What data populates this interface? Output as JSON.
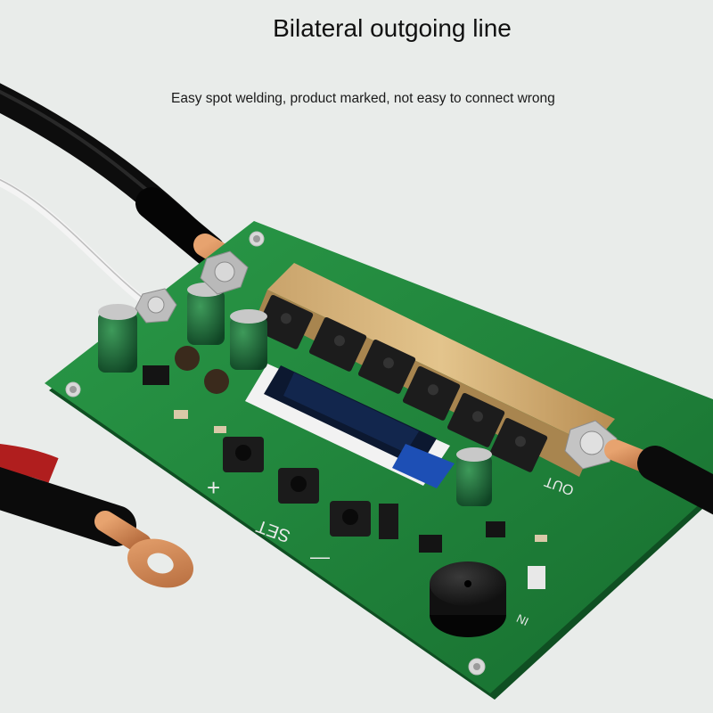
{
  "page": {
    "title": "Bilateral outgoing line",
    "subtitle": "Easy spot welding, product marked, not easy to connect wrong"
  },
  "board": {
    "pcb_color": "#1f8a3c",
    "silkscreen": {
      "plus": "+",
      "minus": "—",
      "set": "SET",
      "out": "OUT",
      "input": "IN"
    },
    "display_screen": "oled-display",
    "components": [
      "mosfets",
      "capacitors",
      "buttons",
      "buzzer",
      "copper-terminals"
    ]
  },
  "cables": {
    "black_cable": "black-welding-cable",
    "white_cable": "white-wire",
    "red_cable": "red-welding-cable"
  }
}
